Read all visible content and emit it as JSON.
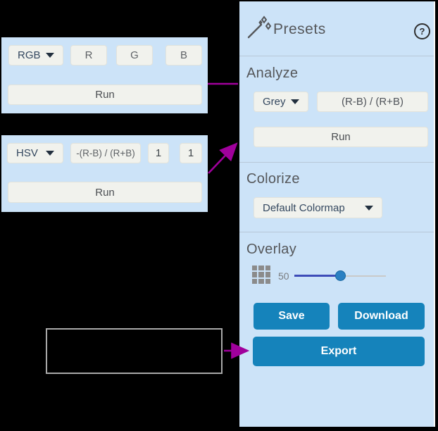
{
  "colors": {
    "panel-blue": "#cce3f8",
    "field-bg": "#f1f2ed",
    "accent-blue": "#1583bb",
    "navy-text": "#33475f",
    "header-text": "#55575a",
    "divider": "#b7c7d7",
    "arrow": "#a0009c",
    "slider-fill": "#3d4cb8",
    "slider-thumb": "#2a80c2",
    "grid-icon": "#8b8b8b",
    "box-border": "#a9a9a9"
  },
  "left_panel_rgb": {
    "mode_select": "RGB",
    "channels": [
      {
        "value": "R"
      },
      {
        "value": "G"
      },
      {
        "value": "B"
      }
    ],
    "run_label": "Run"
  },
  "left_panel_hsv": {
    "mode_select": "HSV",
    "formula": "-(R-B) / (R+B)",
    "param1": "1",
    "param2": "1",
    "run_label": "Run"
  },
  "presets_panel": {
    "title": "Presets",
    "help_glyph": "?",
    "analyze": {
      "label": "Analyze",
      "channel_select": "Grey",
      "formula": "(R-B) / (R+B)",
      "run_label": "Run"
    },
    "colorize": {
      "label": "Colorize",
      "colormap_select": "Default Colormap"
    },
    "overlay": {
      "label": "Overlay",
      "opacity_value": "50"
    },
    "buttons": {
      "save": "Save",
      "download": "Download",
      "export": "Export"
    }
  }
}
